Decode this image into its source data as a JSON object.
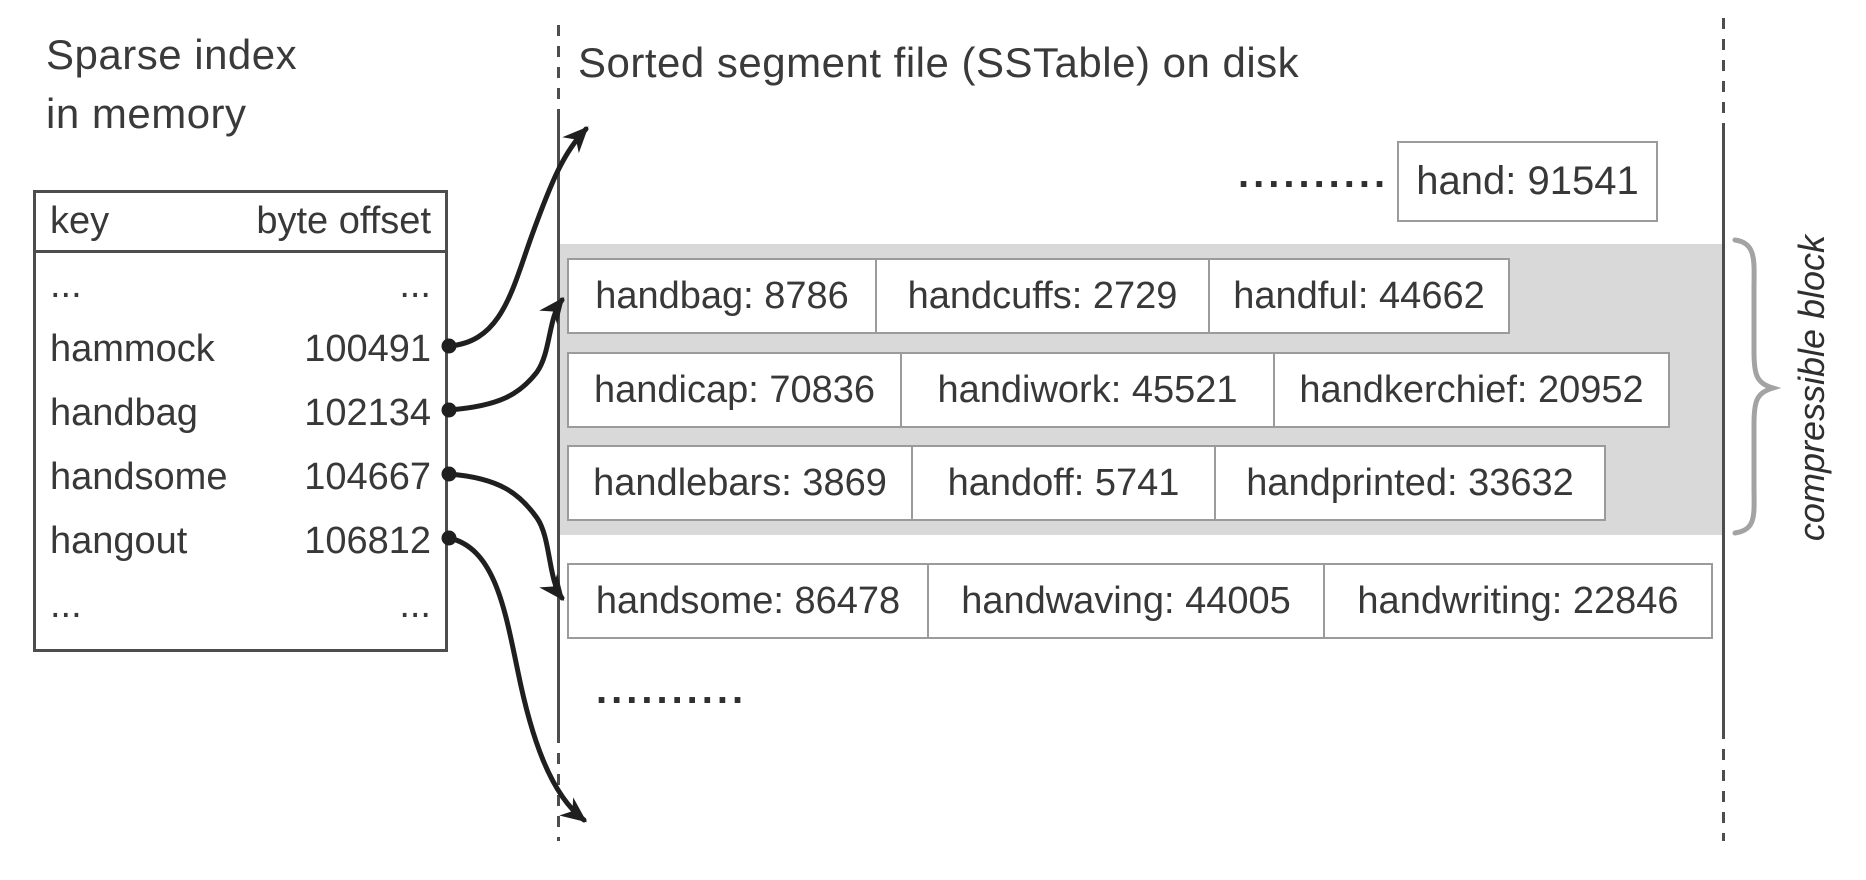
{
  "left_panel": {
    "title": "Sparse index\nin memory",
    "index_table": {
      "col_key": "key",
      "col_offset": "byte offset",
      "rows": [
        {
          "key": "...",
          "offset": "..."
        },
        {
          "key": "hammock",
          "offset": "100491"
        },
        {
          "key": "handbag",
          "offset": "102134"
        },
        {
          "key": "handsome",
          "offset": "104667"
        },
        {
          "key": "hangout",
          "offset": "106812"
        },
        {
          "key": "...",
          "offset": "..."
        }
      ]
    }
  },
  "sstable": {
    "title": "Sorted segment file (SSTable) on disk",
    "top_ellipsis": "..........",
    "top_entry": "hand: 91541",
    "block_rows": [
      [
        "handbag: 8786",
        "handcuffs: 2729",
        "handful: 44662"
      ],
      [
        "handicap: 70836",
        "handiwork: 45521",
        "handkerchief: 20952"
      ],
      [
        "handlebars: 3869",
        "handoff: 5741",
        "handprinted: 33632"
      ]
    ],
    "row_after_block": [
      "handsome: 86478",
      "handwaving: 44005",
      "handwriting: 22846"
    ],
    "bottom_ellipsis": ".........."
  },
  "annotation": {
    "brace_label": "compressible block"
  },
  "colors": {
    "background": "#ffffff",
    "text": "#383838",
    "table_border": "#4d4d4d",
    "box_border": "#9b9b9b",
    "gray_block": "#d9d9d9",
    "dashed_line": "#4d4d4d",
    "arrow": "#1f1f1f",
    "brace": "#a3a3a3"
  }
}
